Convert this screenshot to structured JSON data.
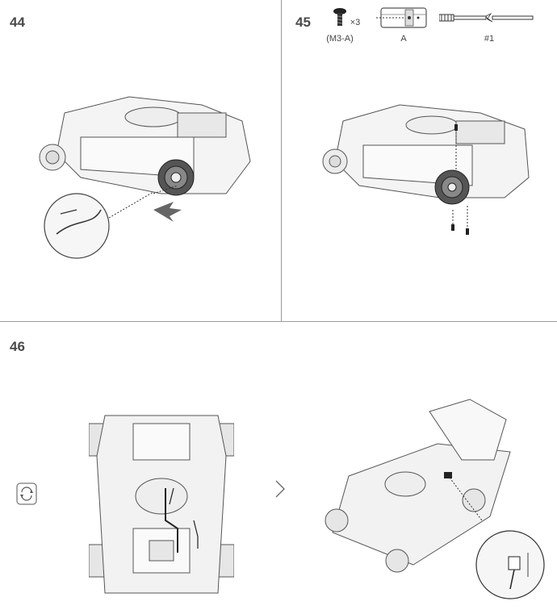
{
  "steps": [
    {
      "number": "44"
    },
    {
      "number": "45"
    },
    {
      "number": "46"
    }
  ],
  "parts": {
    "screw_qty": "×3",
    "screw_label": "(M3-A)",
    "part_a_label": "A",
    "tool_label": "#1"
  },
  "icons": {
    "rotate": "rotate-icon",
    "arrow": "chevron-right-icon"
  }
}
